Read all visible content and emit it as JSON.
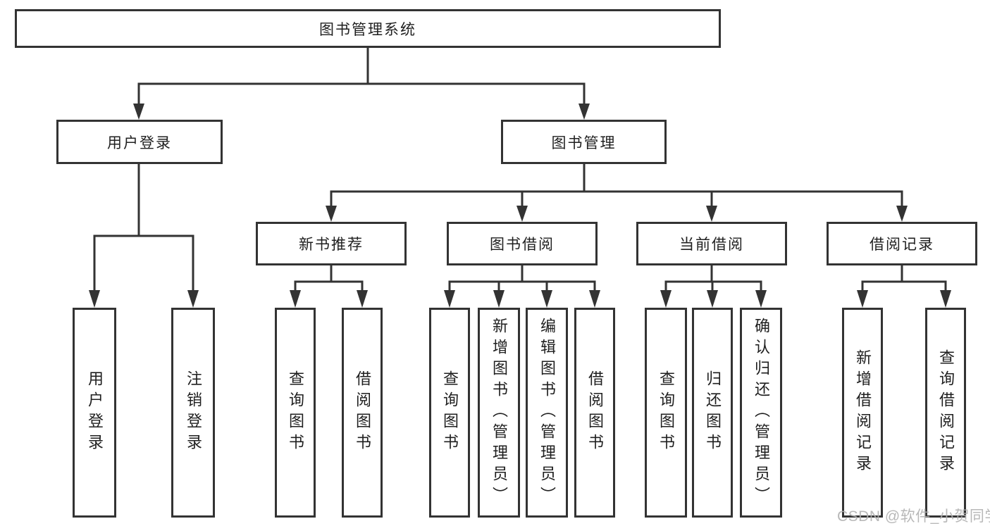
{
  "diagram_title": "图书管理系统",
  "tree": {
    "label": "图书管理系统",
    "children": [
      {
        "label": "用户登录",
        "children": [
          {
            "label": "用户登录"
          },
          {
            "label": "注销登录"
          }
        ]
      },
      {
        "label": "图书管理",
        "children": [
          {
            "label": "新书推荐",
            "children": [
              {
                "label": "查询图书"
              },
              {
                "label": "借阅图书"
              }
            ]
          },
          {
            "label": "图书借阅",
            "children": [
              {
                "label": "查询图书"
              },
              {
                "label": "新增图书（管理员）"
              },
              {
                "label": "编辑图书（管理员）"
              },
              {
                "label": "借阅图书"
              }
            ]
          },
          {
            "label": "当前借阅",
            "children": [
              {
                "label": "查询图书"
              },
              {
                "label": "归还图书"
              },
              {
                "label": "确认归还（管理员）"
              }
            ]
          },
          {
            "label": "借阅记录",
            "children": [
              {
                "label": "新增借阅记录"
              },
              {
                "label": "查询借阅记录"
              }
            ]
          }
        ]
      }
    ]
  },
  "watermark": "CSDN @软件_小贺同学",
  "colors": {
    "line": "#333333",
    "box_border": "#333333",
    "text": "#1f1f1f",
    "background": "#ffffff",
    "watermark": "#b0b0b0"
  }
}
